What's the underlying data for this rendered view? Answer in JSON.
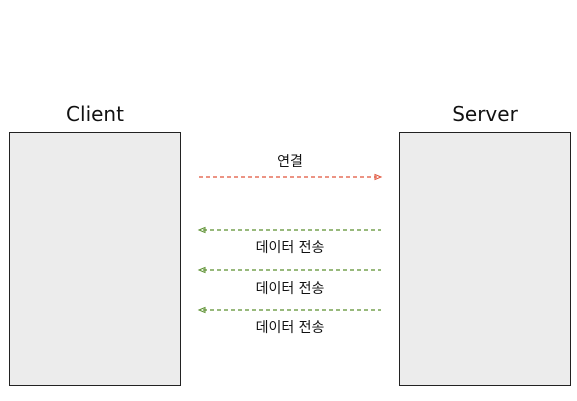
{
  "participants": {
    "client": {
      "label": "Client"
    },
    "server": {
      "label": "Server"
    }
  },
  "messages": [
    {
      "label": "연결",
      "direction": "client-to-server",
      "color": "#e0533a"
    },
    {
      "label": "데이터 전송",
      "direction": "server-to-client",
      "color": "#5a8f2e"
    },
    {
      "label": "데이터 전송",
      "direction": "server-to-client",
      "color": "#5a8f2e"
    },
    {
      "label": "데이터 전송",
      "direction": "server-to-client",
      "color": "#5a8f2e"
    }
  ],
  "colors": {
    "box_fill": "#ececec",
    "box_border": "#222222",
    "connect_arrow": "#e0533a",
    "data_arrow": "#5a8f2e"
  }
}
